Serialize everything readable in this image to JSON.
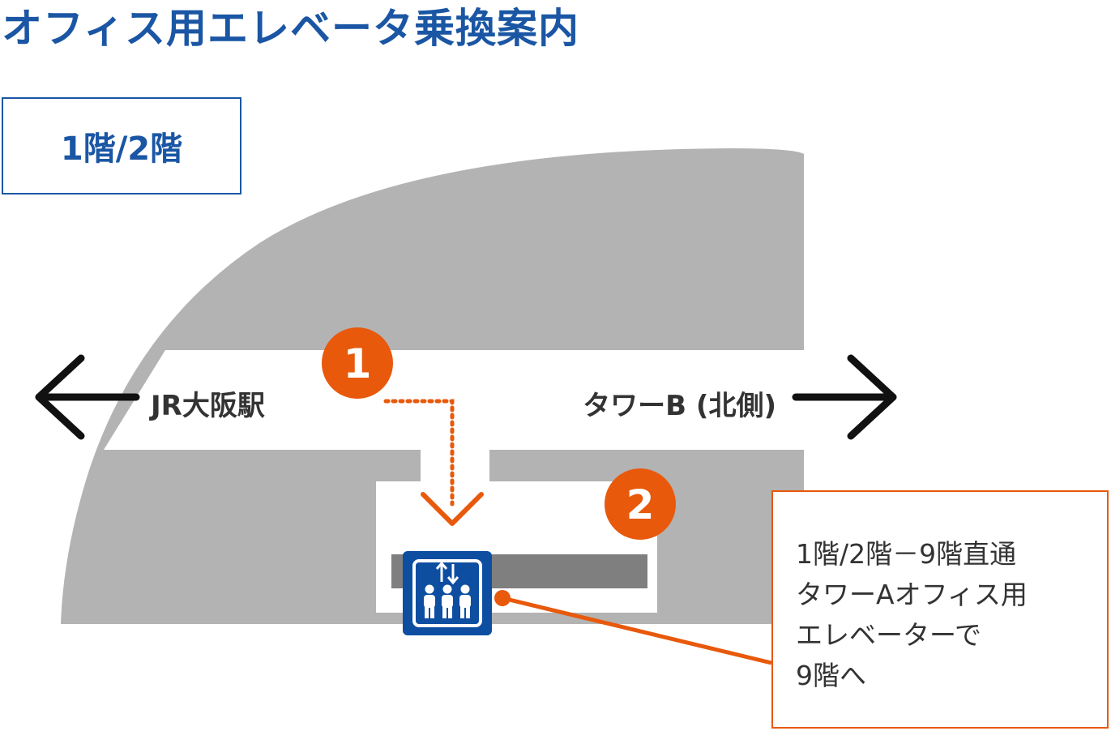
{
  "title": "オフィス用エレベータ乗換案内",
  "floor_label": "1階/2階",
  "left_destination": "JR大阪駅",
  "right_destination": "タワーB (北側)",
  "steps": [
    {
      "number": "1"
    },
    {
      "number": "2"
    }
  ],
  "instruction": {
    "lines": [
      "1階/2階－9階直通",
      "タワーAオフィス用",
      "エレベーターで",
      "9階へ"
    ]
  },
  "icons": {
    "elevator": "elevator-icon",
    "left_arrow": "arrow-left-icon",
    "right_arrow": "arrow-right-icon",
    "route_arrow": "chevron-down-icon"
  },
  "colors": {
    "title_blue": "#1a56a4",
    "accent_orange": "#e8590c",
    "building_gray": "#b3b3b3",
    "platform_gray": "#7f7f7f",
    "text_dark": "#333333",
    "elevator_blue": "#0e4ea1"
  }
}
